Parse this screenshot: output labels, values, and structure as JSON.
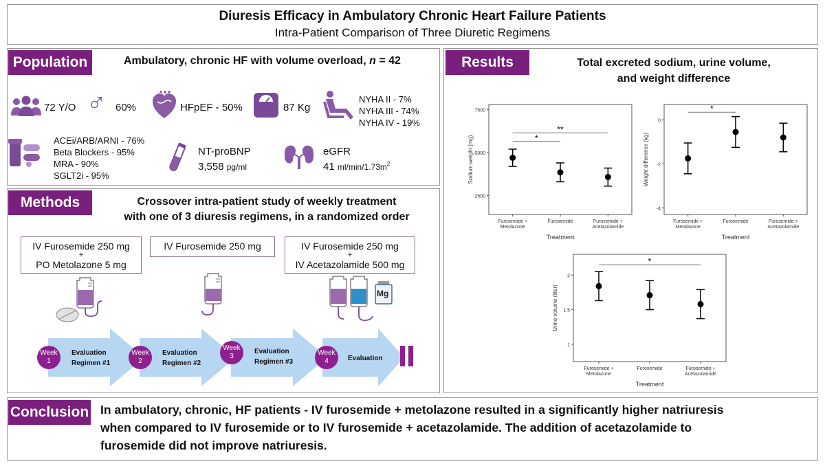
{
  "header": {
    "title": "Diuresis Efficacy in Ambulatory Chronic Heart Failure Patients",
    "subtitle": "Intra-Patient Comparison of Three Diuretic Regimens"
  },
  "population": {
    "tag": "Population",
    "heading_pre": "Ambulatory, chronic HF with volume overload, ",
    "heading_n": "n",
    "heading_post": " = 42",
    "age": "72 Y/O",
    "male": "60%",
    "hfpef": "HFpEF - 50%",
    "weight": "87 Kg",
    "nyha": [
      "NYHA II - 7%",
      "NYHA III - 74%",
      "NYHA IV - 19%"
    ],
    "meds": [
      "ACEi/ARB/ARNI - 76%",
      "Beta Blockers - 95%",
      "MRA - 90%",
      "SGLT2i - 95%"
    ],
    "ntprobnp_label": "NT-proBNP",
    "ntprobnp_value": "3,558",
    "ntprobnp_unit": "pg/ml",
    "egfr_label": "eGFR",
    "egfr_value": "41",
    "egfr_unit": "ml/min/1.73m",
    "egfr_sup": "2"
  },
  "methods": {
    "tag": "Methods",
    "heading_line1": "Crossover intra-patient study of weekly treatment",
    "heading_line2": "with one of 3 diuresis regimens, in a randomized order",
    "regimens": [
      {
        "line1": "IV Furosemide 250 mg",
        "line2": "+",
        "line3": "PO Metolazone 5 mg"
      },
      {
        "line1": "IV Furosemide 250 mg"
      },
      {
        "line1": "IV Furosemide 250 mg",
        "line2": "+",
        "line3": "IV Acetazolamide 500 mg"
      }
    ],
    "mg_label": "Mg",
    "weeks": [
      {
        "week": "Week",
        "num": "1",
        "eval": "Evaluation",
        "reg": "Regimen #1"
      },
      {
        "week": "Week",
        "num": "2",
        "eval": "Evaluation",
        "reg": "Regimen #2"
      },
      {
        "week": "Week",
        "num": "3",
        "eval": "Evaluation",
        "reg": "Regimen #3"
      },
      {
        "week": "Week",
        "num": "4",
        "eval": "Evaluation",
        "reg": ""
      }
    ]
  },
  "results": {
    "tag": "Results",
    "heading_line1": "Total excreted sodium, urine volume,",
    "heading_line2": "and weight difference"
  },
  "conclusion": {
    "tag": "Conclusion",
    "lines": [
      "In ambulatory, chronic, HF patients - IV furosemide + metolazone resulted in a significantly higher natriuresis",
      "when compared to IV furosemide or to IV furosemide + acetazolamide. The addition of acetazolamide to",
      "furosemide did not improve natriuresis."
    ]
  },
  "colors": {
    "accent": "#7a1f7e",
    "arrow": "#b7d6f2",
    "week_circle": "#8e1f8e",
    "icon": "#8b5aa6"
  },
  "chart_data": [
    {
      "type": "errorbar",
      "categories": [
        "Furosemide + Metolazone",
        "Furosemide",
        "Furosemide + Acetazolamide"
      ],
      "cat_labels": [
        [
          "Furosemide +",
          "Metolazone"
        ],
        [
          "Furosemide"
        ],
        [
          "Furosemide +",
          "Acetazolamide"
        ]
      ],
      "values": [
        4700,
        3850,
        3580
      ],
      "lower": [
        4200,
        3300,
        3050
      ],
      "upper": [
        5200,
        4400,
        4100
      ],
      "xlabel": "Treatment",
      "ylabel": "Sodium weight (mg)",
      "ylim": [
        1400,
        7800
      ],
      "yticks": [
        2500,
        5000,
        7500
      ],
      "significance": [
        {
          "from": 0,
          "to": 1,
          "label": "*",
          "y": 5650
        },
        {
          "from": 0,
          "to": 2,
          "label": "**",
          "y": 6150
        }
      ]
    },
    {
      "type": "errorbar",
      "categories": [
        "Furosemide + Metolazone",
        "Furosemide",
        "Furosemide + Acetazolamide"
      ],
      "cat_labels": [
        [
          "Furosemide +",
          "Metolazone"
        ],
        [
          "Furosemide"
        ],
        [
          "Furosemide +",
          "Acetazolamide"
        ]
      ],
      "values": [
        -1.75,
        -0.55,
        -0.8
      ],
      "lower": [
        -2.45,
        -1.25,
        -1.45
      ],
      "upper": [
        -1.05,
        0.15,
        -0.15
      ],
      "xlabel": "Treatment",
      "ylabel": "Weight difference (kg)",
      "ylim": [
        -4.3,
        0.7
      ],
      "yticks": [
        -4,
        -2,
        0
      ],
      "significance": [
        {
          "from": 0,
          "to": 1,
          "label": "*",
          "y": 0.35
        }
      ]
    },
    {
      "type": "errorbar",
      "categories": [
        "Furosemide + Metolazone",
        "Furosemide",
        "Furosemide + Acetazolamide"
      ],
      "cat_labels": [
        [
          "Furosemide +",
          "Metolazone"
        ],
        [
          "Furosemide"
        ],
        [
          "Furosemide +",
          "Acetazolamide"
        ]
      ],
      "values": [
        1.84,
        1.71,
        1.58
      ],
      "lower": [
        1.63,
        1.5,
        1.37
      ],
      "upper": [
        2.05,
        1.92,
        1.79
      ],
      "xlabel": "Treatment",
      "ylabel": "Urine volume (liter)",
      "ylim": [
        0.75,
        2.3
      ],
      "yticks": [
        1,
        1.5,
        2
      ],
      "significance": [
        {
          "from": 0,
          "to": 2,
          "label": "*",
          "y": 2.15
        }
      ]
    }
  ]
}
